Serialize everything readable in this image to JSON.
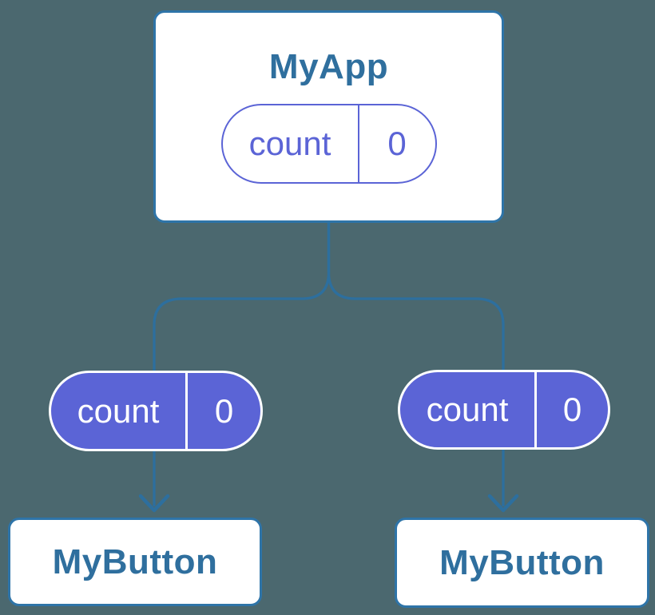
{
  "diagram": {
    "root": {
      "title": "MyApp",
      "state": {
        "label": "count",
        "value": "0"
      }
    },
    "children": [
      {
        "title": "MyButton",
        "pill": {
          "label": "count",
          "value": "0"
        }
      },
      {
        "title": "MyButton",
        "pill": {
          "label": "count",
          "value": "0"
        }
      }
    ]
  },
  "colors": {
    "background": "#4B686F",
    "card_fill": "#FFFFFF",
    "card_border": "#2E74A8",
    "connector": "#2D6F9E",
    "title_text": "#2F6F9E",
    "purple": "#5B64D6",
    "solid_pill_text": "#FFFFFF"
  }
}
